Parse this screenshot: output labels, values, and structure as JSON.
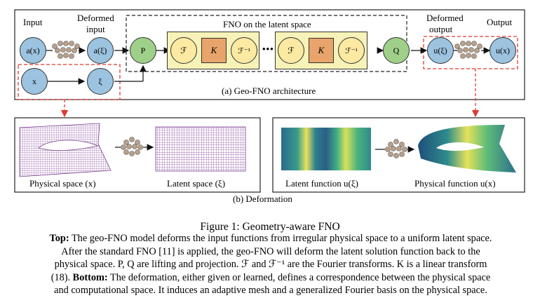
{
  "labels": {
    "input": "Input",
    "deformed_input_1": "Deformed",
    "deformed_input_2": "input",
    "fno_title": "FNO on the latent space",
    "deformed_output_1": "Deformed",
    "deformed_output_2": "output",
    "output": "Output",
    "arch_caption": "(a) Geo-FNO architecture",
    "physical_space": "Physical space (x)",
    "latent_space": "Latent space (ξ)",
    "latent_function": "Latent function u(ξ)",
    "physical_function": "Physical function u(x)",
    "deform_caption": "(b) Deformation",
    "dots": "•••"
  },
  "nodes": {
    "a_x": "a(x)",
    "a_xi": "a(ξ)",
    "x": "x",
    "xi": "ξ",
    "P": "P",
    "F1": "ℱ",
    "K1": "K",
    "Finv1": "ℱ⁻¹",
    "F2": "ℱ",
    "K2": "K",
    "Finv2": "ℱ⁻¹",
    "Q": "Q",
    "u_xi": "u(ξ)",
    "u_x": "u(x)"
  },
  "figure": {
    "title": "Figure 1: Geometry-aware FNO",
    "top_label": "Top:",
    "line1": " The geo-FNO model deforms the input functions from irregular physical space to a uniform latent space.",
    "line2": "After the standard FNO [11] is applied, the geo-FNO will deform the latent solution function back to the",
    "line3": "physical space. P, Q are lifting and projection. ℱ and ℱ⁻¹ are the Fourier transforms. K is a linear transform",
    "line4a": "(18). ",
    "bottom_label": "Bottom:",
    "line4b": " The deformation, either given or learned, defines a correspondence between the physical space",
    "line5": "and computational space. It induces an adaptive mesh and a generalized Fourier basis on the physical space."
  },
  "colors": {
    "node_blue": "#9cc3e0",
    "node_green": "#9fd089",
    "node_yellow": "#fce9a2",
    "kernel_orange": "#e8a46a",
    "fno_box": "#f7f3b8",
    "dashed_red": "#e03a2f",
    "mesh_purple": "#7a3b8f"
  }
}
